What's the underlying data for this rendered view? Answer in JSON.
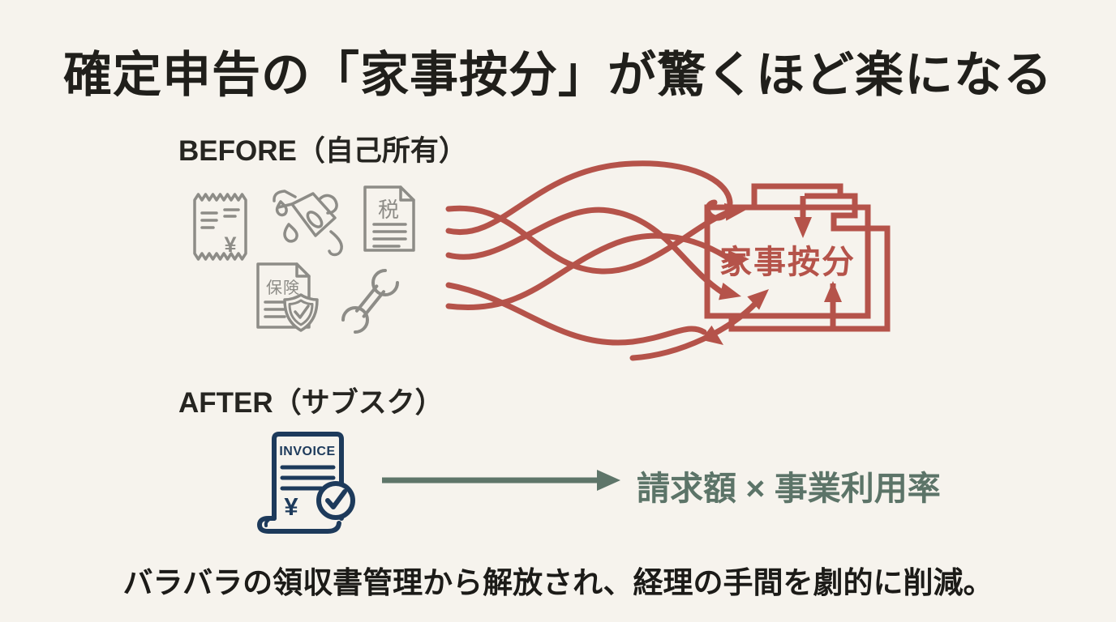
{
  "title": "確定申告の「家事按分」が驚くほど楽になる",
  "before": {
    "label": "BEFORE（自己所有）",
    "box_label": "家事按分",
    "icon_names": [
      "receipt-icon",
      "fuel-nozzle-icon",
      "tax-document-icon",
      "insurance-document-icon",
      "wrench-icon"
    ],
    "icon_labels": {
      "receipt": "¥",
      "tax": "税",
      "insurance": "保険"
    }
  },
  "after": {
    "label": "AFTER（サブスク）",
    "invoice_title": "INVOICE",
    "invoice_currency": "¥",
    "formula": "請求額 × 事業利用率"
  },
  "footer": "バラバラの領収書管理から解放され、経理の手間を劇的に削減。",
  "colors": {
    "background": "#f6f3ed",
    "accent_red": "#b5534a",
    "accent_green": "#5e7569",
    "invoice_navy": "#1d3a5b",
    "icon_gray": "#8d8c87",
    "text_dark": "#201f1b"
  }
}
